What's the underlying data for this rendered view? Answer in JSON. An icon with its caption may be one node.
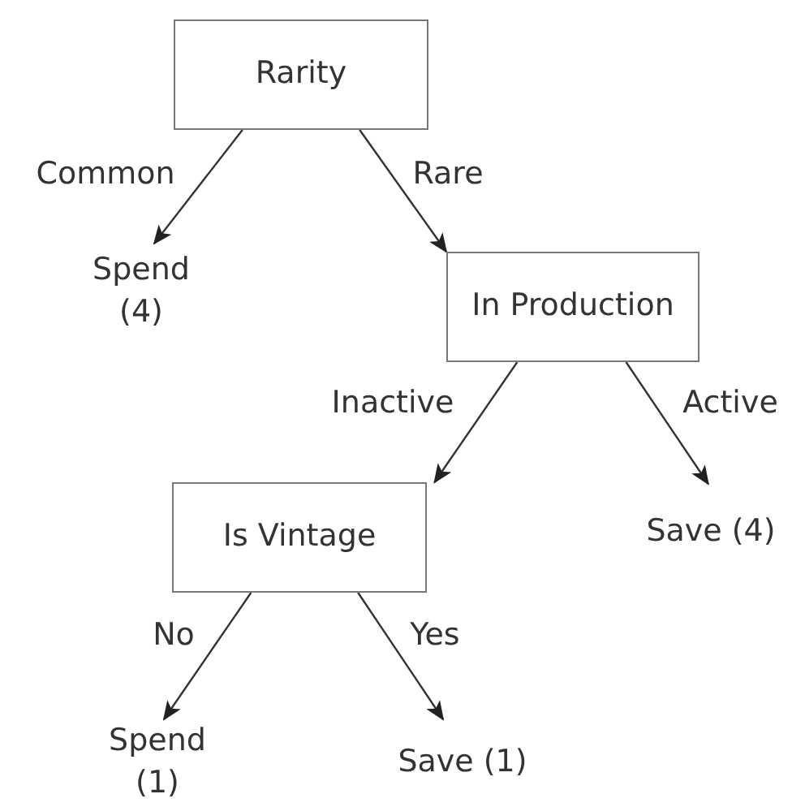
{
  "diagram": {
    "nodes": [
      {
        "text": [
          "Rarity"
        ]
      },
      {
        "text": [
          "Spend (4)"
        ]
      },
      {
        "text": [
          "In Production"
        ]
      },
      {
        "text": [
          "Is Vintage"
        ]
      },
      {
        "text": [
          "Save (4)"
        ]
      },
      {
        "text": [
          "Spend (1)"
        ]
      },
      {
        "text": [
          "Save (1)"
        ]
      }
    ],
    "edges": [
      {
        "from": 0,
        "to": 1,
        "arrow": "to",
        "label": "Common"
      },
      {
        "from": 0,
        "to": 2,
        "arrow": "to",
        "label": "Rare"
      },
      {
        "from": 2,
        "to": 3,
        "arrow": "to",
        "label": "Inactive"
      },
      {
        "from": 2,
        "to": 4,
        "arrow": "to",
        "label": "Active"
      },
      {
        "from": 3,
        "to": 5,
        "arrow": "to",
        "label": "No"
      },
      {
        "from": 3,
        "to": 6,
        "arrow": "to",
        "label": "Yes"
      }
    ]
  }
}
